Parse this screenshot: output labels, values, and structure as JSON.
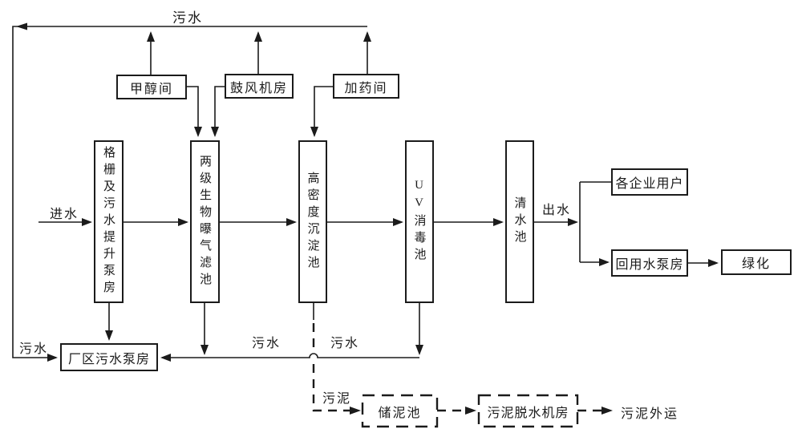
{
  "diagram": {
    "background": "#ffffff",
    "line_color": "#1b1b1b",
    "flow_labels": {
      "sewage_top": "污水",
      "inflow": "进水",
      "outflow": "出水",
      "sewage_left": "污水",
      "sewage_mid_left": "污水",
      "sewage_mid_right": "污水",
      "sludge": "污泥",
      "sludge_out": "污泥外运"
    },
    "nodes": {
      "methanol_room": "甲醇间",
      "blower_room": "鼓风机房",
      "dosing_room": "加药间",
      "screen_lift_pump": "格栅及污水提升泵房",
      "two_stage_biofilter": "两级生物曝气滤池",
      "high_density_sedimentation": "高密度沉淀池",
      "uv_disinfection": "UV消毒池",
      "clear_water_tank": "清水池",
      "enterprise_users": "各企业用户",
      "reuse_water_pump": "回用水泵房",
      "greening": "绿化",
      "plant_sewage_pump": "厂区污水泵房",
      "sludge_storage_tank": "储泥池",
      "sludge_dewatering_room": "污泥脱水机房"
    }
  }
}
